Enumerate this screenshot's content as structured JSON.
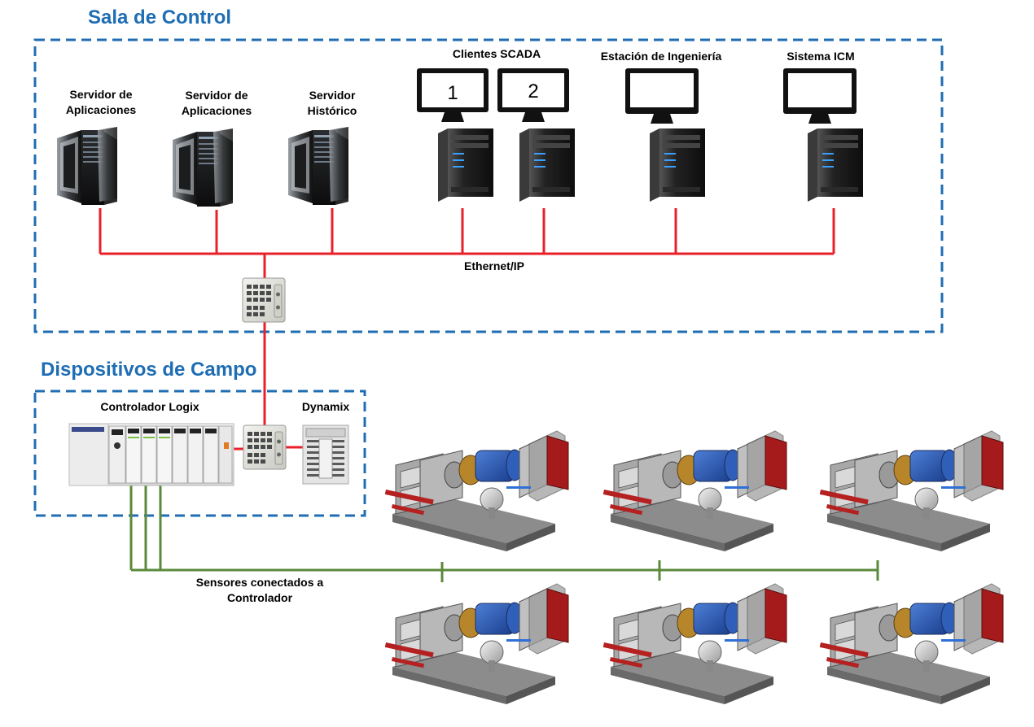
{
  "sections": {
    "control_room": "Sala de Control",
    "field_devices": "Dispositivos de Campo"
  },
  "control_room": {
    "servers": [
      {
        "label": "Servidor de\nAplicaciones",
        "icon": "server-rack-icon"
      },
      {
        "label": "Servidor de\nAplicaciones",
        "icon": "server-rack-icon"
      },
      {
        "label": "Servidor\nHistórico",
        "icon": "server-rack-icon"
      }
    ],
    "scada_clients": {
      "label": "Clientes SCADA",
      "monitors": [
        "1",
        "2"
      ],
      "icon": "workstation-icon"
    },
    "engineering_station": {
      "label": "Estación de Ingeniería",
      "icon": "workstation-icon"
    },
    "icm_system": {
      "label": "Sistema ICM",
      "icon": "workstation-icon"
    },
    "network_label": "Ethernet/IP",
    "switch_icon": "ethernet-switch-icon"
  },
  "field": {
    "controller_label": "Controlador Logix",
    "controller_icon": "plc-rack-icon",
    "dynamix_label": "Dynamix",
    "dynamix_icon": "dynamix-module-icon",
    "sensors_label": "Sensores conectados a\nControlador",
    "machine_icon": "compressor-skid-icon",
    "machine_count": 6
  },
  "colors": {
    "title_blue": "#1f6db3",
    "border_blue": "#1f6db3",
    "ethernet_red": "#e8202a",
    "sensor_green": "#5a8a3a"
  }
}
